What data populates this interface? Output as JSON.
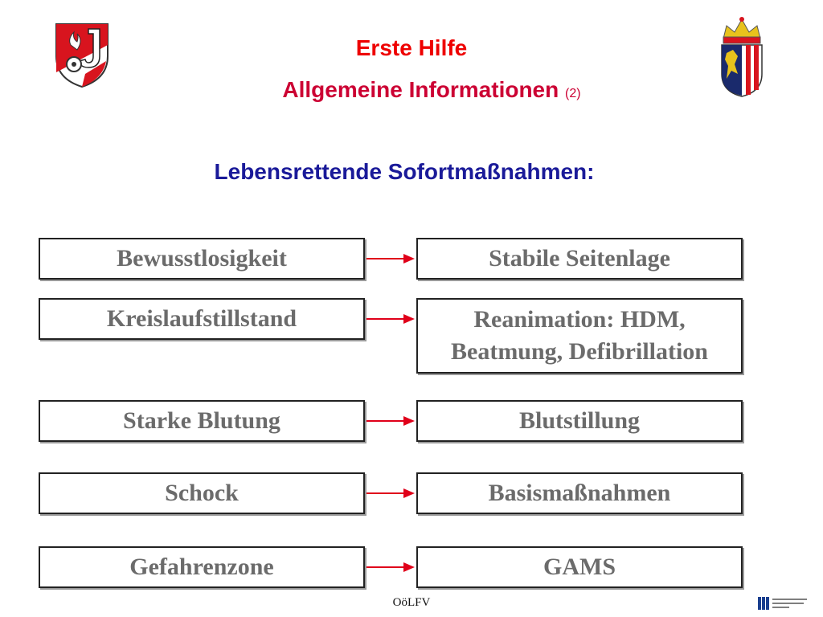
{
  "header": {
    "title": "Erste Hilfe",
    "subtitle": "Allgemeine Informationen",
    "subtitle_suffix": "(2)",
    "section_title": "Lebensrettende Sofortmaßnahmen:"
  },
  "rows": [
    {
      "condition": "Bewusstlosigkeit",
      "action": "Stabile Seitenlage"
    },
    {
      "condition": "Kreislaufstillstand",
      "action_line1": "Reanimation: HDM,",
      "action_line2": "Beatmung, Defibrillation"
    },
    {
      "condition": "Starke Blutung",
      "action": "Blutstillung"
    },
    {
      "condition": "Schock",
      "action": "Basismaßnahmen"
    },
    {
      "condition": "Gefahrenzone",
      "action": "GAMS"
    }
  ],
  "footer": {
    "text": "OöLFV"
  },
  "icons": {
    "left_logo": "fire-brigade-youth-emblem",
    "right_logo": "upper-austria-coat-of-arms",
    "bottom_logo": "university-logo",
    "arrow": "right-arrow-icon"
  },
  "colors": {
    "title": "#ee0000",
    "subtitle": "#cc0033",
    "section_title": "#1a1a99",
    "box_text": "#6b6b6b",
    "arrow": "#e0001a"
  }
}
